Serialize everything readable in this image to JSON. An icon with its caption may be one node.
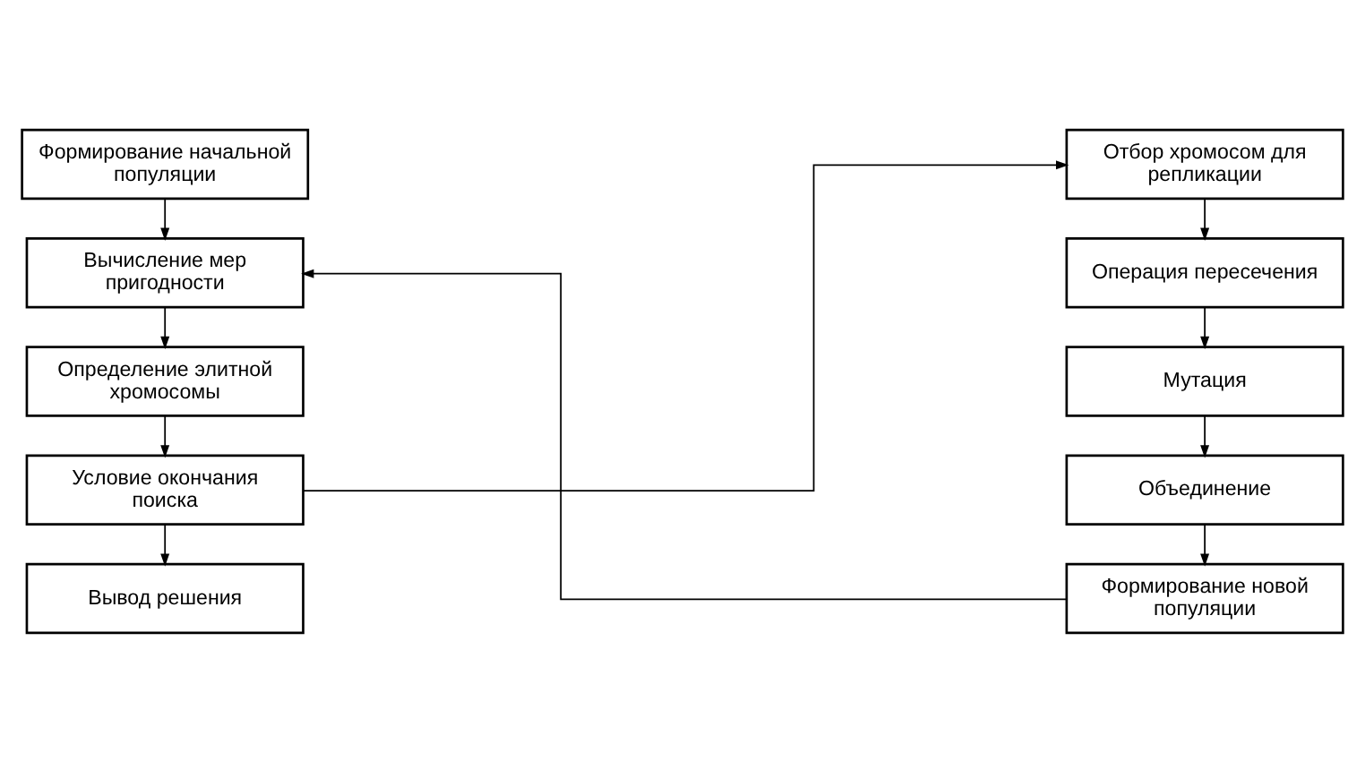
{
  "diagram": {
    "nodes": [
      {
        "text": [
          "Формирование начальной популяции"
        ]
      },
      {
        "text": [
          "Вычисление мер пригодности"
        ]
      },
      {
        "text": [
          "Определение элитной хромосомы"
        ]
      },
      {
        "text": [
          "Условие окончания поиска"
        ]
      },
      {
        "text": [
          "Вывод решения"
        ]
      },
      {
        "text": [
          "Отбор хромосом для репликации"
        ]
      },
      {
        "text": [
          "Операция пересечения"
        ]
      },
      {
        "text": [
          "Мутация"
        ]
      },
      {
        "text": [
          "Объединение"
        ]
      },
      {
        "text": [
          "Формирование новой популяции"
        ]
      }
    ],
    "edges": [
      {
        "from": 0,
        "to": 1,
        "arrow": "to"
      },
      {
        "from": 1,
        "to": 2,
        "arrow": "to"
      },
      {
        "from": 2,
        "to": 3,
        "arrow": "to"
      },
      {
        "from": 3,
        "to": 4,
        "arrow": "to"
      },
      {
        "from": 3,
        "to": 5,
        "arrow": "to"
      },
      {
        "from": 5,
        "to": 6,
        "arrow": "to"
      },
      {
        "from": 6,
        "to": 7,
        "arrow": "to"
      },
      {
        "from": 7,
        "to": 8,
        "arrow": "to"
      },
      {
        "from": 8,
        "to": 9,
        "arrow": "to"
      },
      {
        "from": 9,
        "to": 1,
        "arrow": "to"
      }
    ]
  }
}
